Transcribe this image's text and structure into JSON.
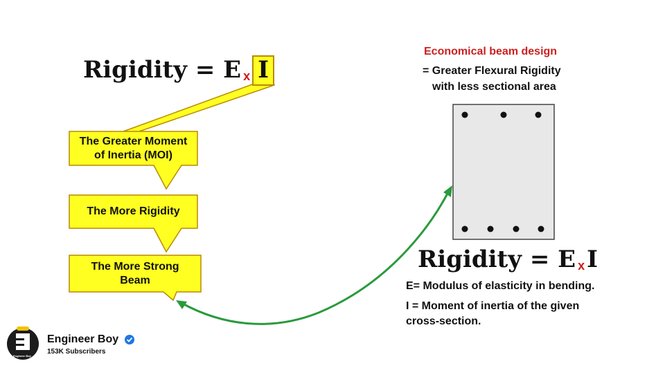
{
  "equation_top": {
    "left": "Rigidity = E",
    "times": "x",
    "right": "I"
  },
  "flow_boxes": [
    {
      "lines": [
        "The Greater Moment",
        "of Inertia (MOI)"
      ]
    },
    {
      "lines": [
        "The More Rigidity"
      ]
    },
    {
      "lines": [
        "The More Strong",
        "Beam"
      ]
    }
  ],
  "economical": {
    "title": "Economical beam design",
    "line1": "= Greater Flexural Rigidity",
    "line2": "with less sectional area"
  },
  "equation_bottom": {
    "left": "Rigidity = E",
    "times": "x",
    "right": "I"
  },
  "definitions": {
    "e": "E= Modulus of elasticity in bending.",
    "i_line1": "I = Moment of inertia of the given",
    "i_line2": "cross-section."
  },
  "channel": {
    "name": "Engineer Boy",
    "subscribers": "153K Subscribers",
    "logo_caption": "Engineer Boy",
    "verified_icon": "verified-check-icon",
    "logo_icon": "engineer-boy-logo-icon"
  },
  "colors": {
    "callout_fill": "#ffff22",
    "callout_border": "#b88a00",
    "arrow_green": "#2a9a3c",
    "accent_red": "#cc1f1f",
    "verified_blue": "#1f77e0",
    "beam_fill": "#e8e8e8"
  }
}
